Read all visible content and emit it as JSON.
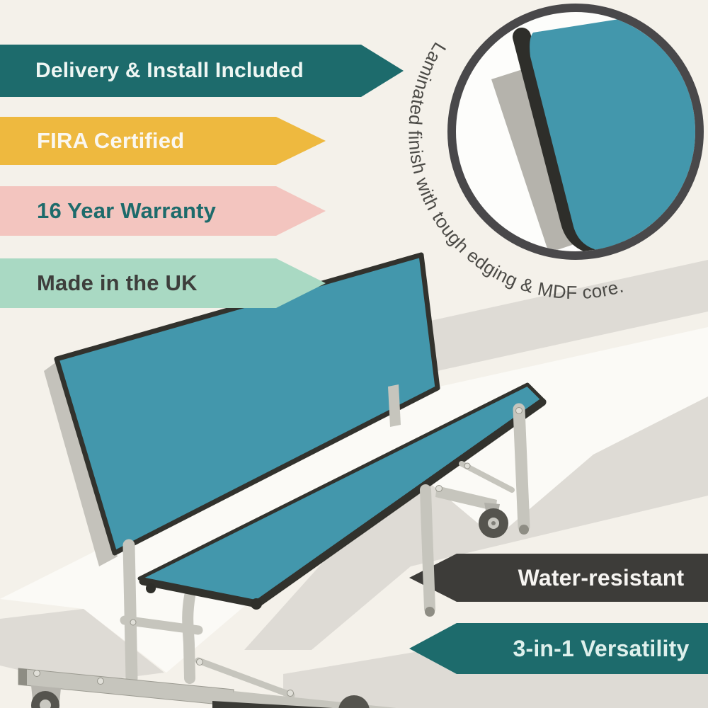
{
  "page": {
    "bg": "#f4f1ea",
    "stripe_gray": "#dedbd5",
    "stripe_white": "#fbfaf6"
  },
  "badges_left": [
    {
      "label": "Delivery & Install Included",
      "bg": "#1d6b6c",
      "fg": "#eef6f3"
    },
    {
      "label": "FIRA Certified",
      "bg": "#eeb93f",
      "fg": "#faf7f0"
    },
    {
      "label": "16 Year Warranty",
      "bg": "#f3c5bf",
      "fg": "#1d6b6b"
    },
    {
      "label": "Made in the UK",
      "bg": "#a9d9c3",
      "fg": "#3e3e3c"
    }
  ],
  "badges_right": [
    {
      "label": "Water-resistant",
      "bg": "#3d3c39",
      "fg": "#f6f4f1"
    },
    {
      "label": "3-in-1 Versatility",
      "bg": "#1d6b6c",
      "fg": "#def0ec"
    }
  ],
  "zoom_callout": {
    "caption": "Laminated finish with tough edging & MDF core.",
    "caption_color": "#4b4a46",
    "ring_color": "#49484a",
    "lens_bg": "#fdfdfb"
  },
  "product": {
    "description": "Mobile convertible bench unit with teal laminated backrest and seat",
    "panel": "#4397ac",
    "edge": "#32322d",
    "frame": "#c6c5bd",
    "frame_shadow": "#9b9a91",
    "wheel": "#55544e",
    "hub": "#c9c8c1"
  }
}
